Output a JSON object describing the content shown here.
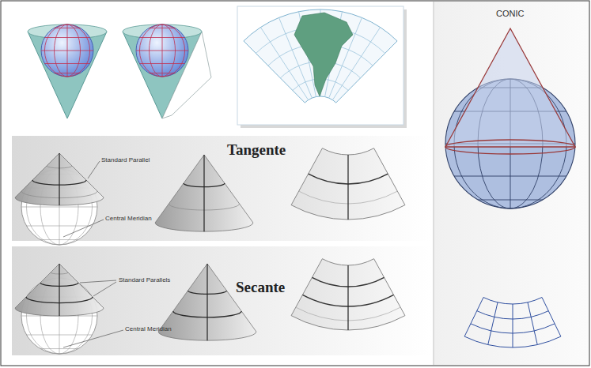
{
  "diagram": {
    "labels": [
      "CONIC",
      "Standard Parallel",
      "Tangente",
      "Central Meridian",
      "Standard Parallels",
      "Secante",
      "Central Meridian"
    ]
  }
}
